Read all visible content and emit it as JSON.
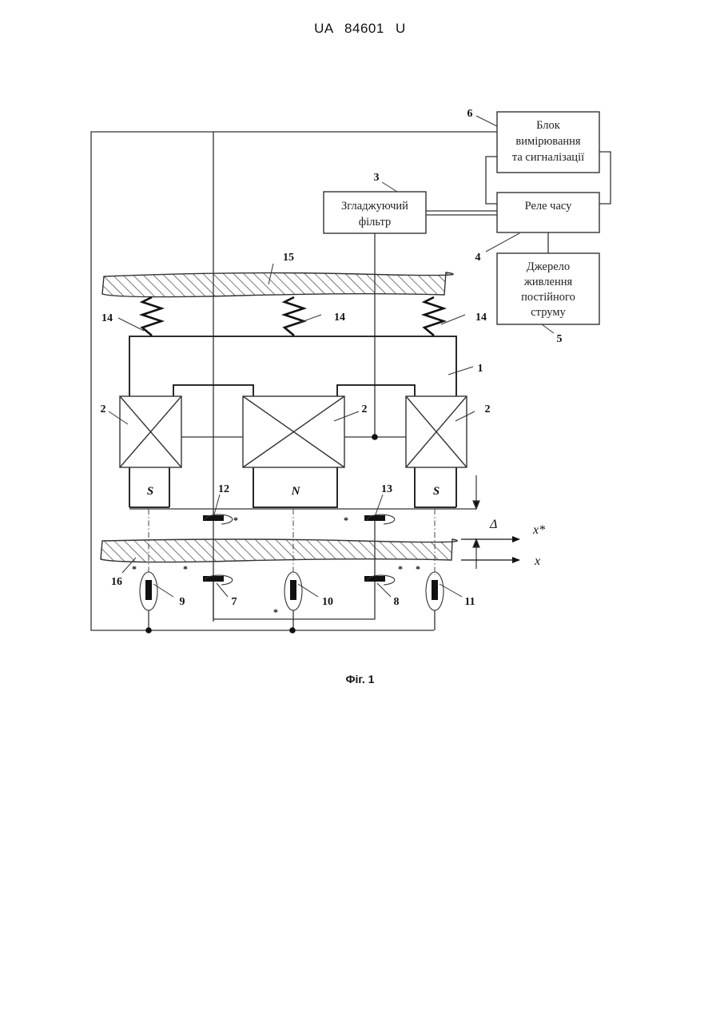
{
  "document": {
    "header": "UA 84601 U",
    "caption": "Фіг. 1"
  },
  "blocks": {
    "measurement": [
      "Блок",
      "вимірювання",
      "та сигналізації"
    ],
    "time_relay": "Реле часу",
    "filter": [
      "Згладжуючий",
      "фільтр"
    ],
    "power_source": [
      "Джерело",
      "живлення",
      "постійного",
      "струму"
    ]
  },
  "labels": {
    "n1": "1",
    "n2": "2",
    "n3": "3",
    "n4": "4",
    "n5": "5",
    "n6": "6",
    "n7": "7",
    "n8": "8",
    "n9": "9",
    "n10": "10",
    "n11": "11",
    "n12": "12",
    "n13": "13",
    "n14": "14",
    "n15": "15",
    "n16": "16",
    "pole_s": "S",
    "pole_n": "N",
    "gap": "Δ",
    "axis_x_star": "x*",
    "axis_x": "x",
    "star": "*"
  }
}
